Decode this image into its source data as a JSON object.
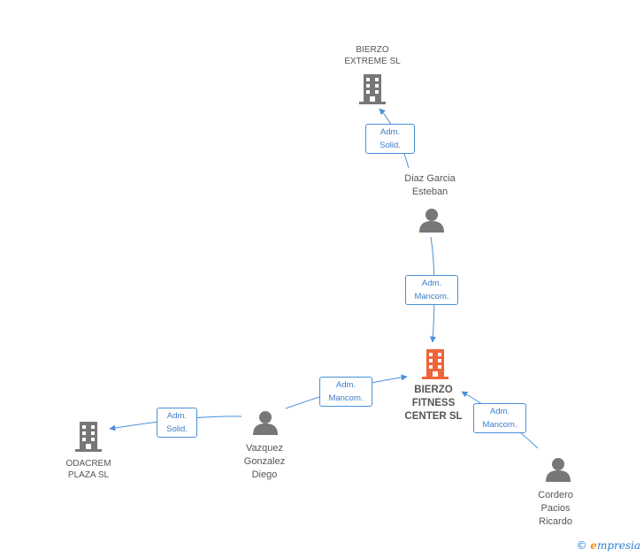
{
  "nodes": {
    "bierzo_extreme": {
      "lines": [
        "BIERZO",
        "EXTREME SL"
      ],
      "type": "company",
      "color": "#777777"
    },
    "diaz_garcia": {
      "lines": [
        "Diaz Garcia",
        "Esteban"
      ],
      "type": "person",
      "color": "#777777"
    },
    "bierzo_fitness": {
      "lines": [
        "BIERZO",
        "FITNESS",
        "CENTER SL"
      ],
      "type": "company",
      "color": "#f0643a"
    },
    "vazquez": {
      "lines": [
        "Vazquez",
        "Gonzalez",
        "Diego"
      ],
      "type": "person",
      "color": "#777777"
    },
    "odacrem": {
      "lines": [
        "ODACREM",
        "PLAZA SL"
      ],
      "type": "company",
      "color": "#777777"
    },
    "cordero": {
      "lines": [
        "Cordero",
        "Pacios",
        "Ricardo"
      ],
      "type": "person",
      "color": "#777777"
    }
  },
  "edges": {
    "diaz_to_extreme": {
      "lines": [
        "Adm.",
        "Solid."
      ]
    },
    "diaz_to_fitness": {
      "lines": [
        "Adm.",
        "Mancom."
      ]
    },
    "vazquez_to_fitness": {
      "lines": [
        "Adm.",
        "Mancom."
      ]
    },
    "vazquez_to_odacrem": {
      "lines": [
        "Adm.",
        "Solid."
      ]
    },
    "cordero_to_fitness": {
      "lines": [
        "Adm.",
        "Mancom."
      ]
    }
  },
  "colors": {
    "edge": "#4a90d9",
    "company": "#777777",
    "focus_company": "#f0643a",
    "person": "#777777"
  },
  "watermark": {
    "copyright": "©",
    "brand_initial": "e",
    "brand_rest": "mpresia"
  }
}
